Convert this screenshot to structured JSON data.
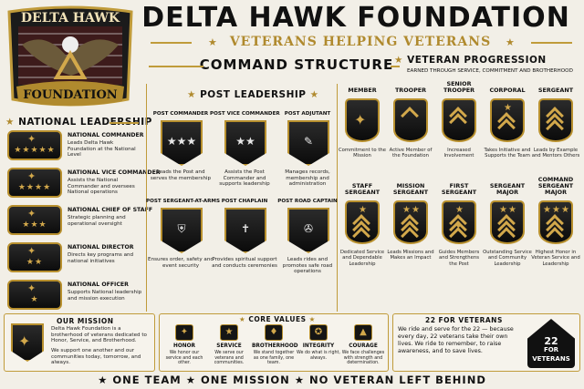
{
  "header": {
    "logo_top": "DELTA HAWK",
    "logo_bottom": "FOUNDATION",
    "title": "DELTA HAWK FOUNDATION",
    "subtitle": "VETERANS HELPING VETERANS",
    "command": "COMMAND STRUCTURE"
  },
  "national": {
    "heading": "NATIONAL LEADERSHIP",
    "items": [
      {
        "title": "NATIONAL COMMANDER",
        "desc": "Leads Delta Hawk Foundation at the National Level",
        "stars": 5
      },
      {
        "title": "NATIONAL VICE COMMANDER",
        "desc": "Assists the National Commander and oversees National operations",
        "stars": 4
      },
      {
        "title": "NATIONAL CHIEF OF STAFF",
        "desc": "Strategic planning and operational oversight",
        "stars": 3
      },
      {
        "title": "NATIONAL DIRECTOR",
        "desc": "Directs key programs and national initiatives",
        "stars": 2
      },
      {
        "title": "NATIONAL OFFICER",
        "desc": "Supports National leadership and mission execution",
        "stars": 1
      }
    ]
  },
  "post": {
    "heading": "POST LEADERSHIP",
    "items": [
      {
        "title": "POST COMMANDER",
        "desc": "Leads the Post and serves the membership",
        "icon": "three-star"
      },
      {
        "title": "POST VICE COMMANDER",
        "desc": "Assists the Post Commander and supports leadership",
        "icon": "two-star"
      },
      {
        "title": "POST ADJUTANT",
        "desc": "Manages records, membership and administration",
        "icon": "scroll-quill"
      },
      {
        "title": "POST SERGEANT-AT-ARMS",
        "desc": "Ensures order, safety and event security",
        "icon": "shield"
      },
      {
        "title": "POST CHAPLAIN",
        "desc": "Provides spiritual support and conducts ceremonies",
        "icon": "cross"
      },
      {
        "title": "POST ROAD CAPTAIN",
        "desc": "Leads rides and promotes safe road operations",
        "icon": "winged-wheel"
      }
    ]
  },
  "progression": {
    "heading": "VETERAN PROGRESSION",
    "sub": "EARNED THROUGH SERVICE, COMMITMENT AND BROTHERHOOD",
    "ranks": [
      {
        "title": "MEMBER",
        "desc": "Commitment to the Mission",
        "chevrons": 0,
        "stars": 0,
        "eagle": true
      },
      {
        "title": "TROOPER",
        "desc": "Active Member of the Foundation",
        "chevrons": 1,
        "stars": 0
      },
      {
        "title": "SENIOR TROOPER",
        "desc": "Increased Involvement",
        "chevrons": 2,
        "stars": 0
      },
      {
        "title": "CORPORAL",
        "desc": "Takes Initiative and Supports the Team",
        "chevrons": 2,
        "stars": 1
      },
      {
        "title": "SERGEANT",
        "desc": "Leads by Example and Mentors Others",
        "chevrons": 3,
        "stars": 0
      },
      {
        "title": "STAFF SERGEANT",
        "desc": "Dedicated Service and Dependable Leadership",
        "chevrons": 3,
        "stars": 1
      },
      {
        "title": "MISSION SERGEANT",
        "desc": "Leads Missions and Makes an Impact",
        "chevrons": 3,
        "stars": 2
      },
      {
        "title": "FIRST SERGEANT",
        "desc": "Guides Members and Strengthens the Post",
        "chevrons": 3,
        "stars": 1,
        "diamond": true
      },
      {
        "title": "SERGEANT MAJOR",
        "desc": "Outstanding Service and Community Leadership",
        "chevrons": 3,
        "stars": 2
      },
      {
        "title": "COMMAND SERGEANT MAJOR",
        "desc": "Highest Honor in Veteran Service and Leadership",
        "chevrons": 3,
        "stars": 3
      }
    ]
  },
  "mission": {
    "heading": "OUR MISSION",
    "text": "Delta Hawk Foundation is a brotherhood of veterans dedicated to Honor, Service, and Brotherhood.",
    "text2": "We support one another and our communities today, tomorrow, and always."
  },
  "values": {
    "heading": "CORE VALUES",
    "items": [
      {
        "title": "HONOR",
        "desc": "We honor our service and each other.",
        "icon": "eagle-icon",
        "glyph": "✦"
      },
      {
        "title": "SERVICE",
        "desc": "We serve our veterans and communities.",
        "icon": "star-icon",
        "glyph": "★"
      },
      {
        "title": "BROTHERHOOD",
        "desc": "We stand together as one family, one team.",
        "icon": "handshake-icon",
        "glyph": "♦"
      },
      {
        "title": "INTEGRITY",
        "desc": "We do what is right, always.",
        "icon": "medal-icon",
        "glyph": "✪"
      },
      {
        "title": "COURAGE",
        "desc": "We face challenges with strength and determination.",
        "icon": "flame-icon",
        "glyph": "▲"
      }
    ]
  },
  "twentytwo": {
    "heading": "22 FOR VETERANS",
    "text": "We ride and serve for the 22 — because every day, 22 veterans take their own lives. We ride to remember, to raise awareness, and to save lives.",
    "badge_num": "22",
    "badge_for": "FOR",
    "badge_word": "VETERANS"
  },
  "footer": {
    "text": "★ ONE TEAM ★ ONE MISSION ★ NO VETERAN LEFT BEHIND"
  },
  "colors": {
    "gold": "#b08a2e",
    "black": "#111111",
    "paper": "#f2efe7"
  }
}
